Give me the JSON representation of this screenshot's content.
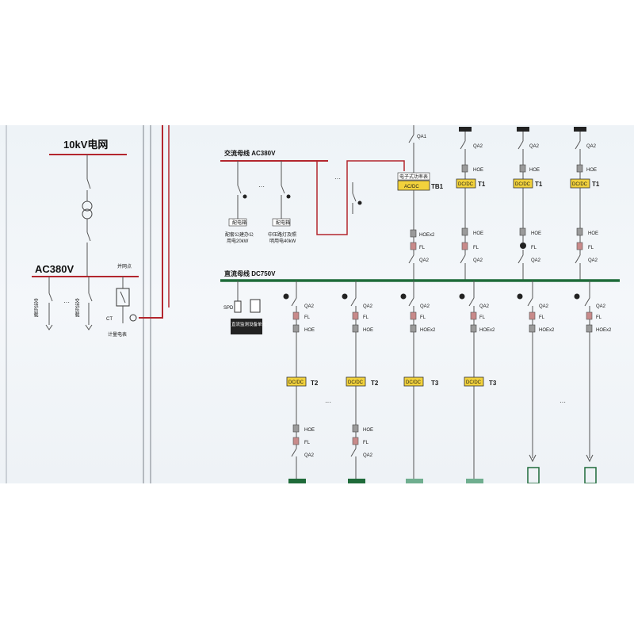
{
  "grid": {
    "title": "10kV电网",
    "ac_bus": "AC380V",
    "grid_point": "并网点",
    "load1": "交流负载",
    "load2": "交流负载",
    "dots": "···",
    "ct": "CT",
    "meter": "计量电表"
  },
  "ac_section": {
    "bus_label": "交流母线 AC380V",
    "load_box1": "配电箱",
    "load_box2": "配电箱",
    "load_desc1a": "配套公建办公",
    "load_desc1b": "用电20kW",
    "load_desc2a": "中压路灯及照",
    "load_desc2b": "明用电40kW",
    "dots": "···",
    "tb1_header": "电子式功率表",
    "tb1_box": "AC/DC",
    "tb1_tag": "TB1",
    "qa1": "QA1",
    "hoe2": "HOEx2",
    "fl": "FL",
    "qa2": "QA2"
  },
  "top_feeders": [
    {
      "qa": "QA2",
      "hoe": "HOE",
      "box": "DC/DC",
      "tag": "T1",
      "hoe2": "HOE",
      "fl": "FL",
      "qa2": "QA2"
    },
    {
      "qa": "QA2",
      "hoe": "HOE",
      "box": "DC/DC",
      "tag": "T1",
      "hoe2": "HOE",
      "fl": "FL",
      "qa2": "QA2"
    },
    {
      "qa": "QA2",
      "hoe": "HOE",
      "box": "DC/DC",
      "tag": "T1",
      "hoe2": "HOE",
      "fl": "FL",
      "qa2": "QA2"
    }
  ],
  "dc_section": {
    "bus_label": "直流母线 DC750V",
    "spd": "SPD",
    "monitor_box": "直流监测设备单元",
    "dots": "···"
  },
  "dc_feeders": [
    {
      "qa": "QA2",
      "fl": "FL",
      "hoe": "HOE",
      "box": "DC/DC",
      "tag": "T2",
      "hoe2": "HOE",
      "fl2": "FL",
      "qa2": "QA2"
    },
    {
      "qa": "QA2",
      "fl": "FL",
      "hoe": "HOE",
      "box": "DC/DC",
      "tag": "T2",
      "hoe2": "HOE",
      "fl2": "FL",
      "qa2": "QA2"
    },
    {
      "qa": "QA2",
      "fl": "FL",
      "hoe": "HOEx2",
      "box": "DC/DC",
      "tag": "T3"
    },
    {
      "qa": "QA2",
      "fl": "FL",
      "hoe": "HOEx2",
      "box": "DC/DC",
      "tag": "T3"
    },
    {
      "qa": "QA2",
      "fl": "FL",
      "hoe": "HOEx2"
    },
    {
      "qa": "QA2",
      "fl": "FL",
      "hoe": "HOEx2"
    }
  ],
  "colors": {
    "red_bus": "#b3262e",
    "dc_bus": "#1f6b3a",
    "converter": "#f2d23c",
    "background": "#eef3f7"
  }
}
